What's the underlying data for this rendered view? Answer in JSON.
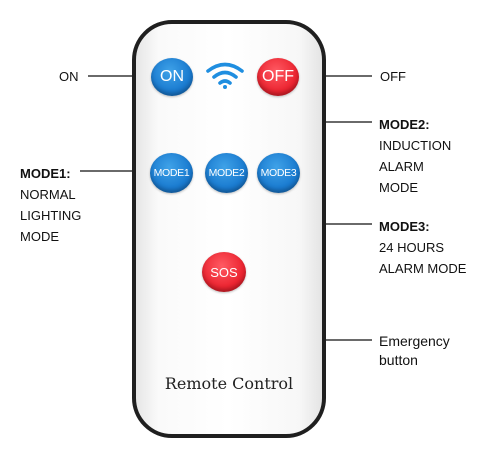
{
  "remote": {
    "title": "Remote Control",
    "buttons": {
      "on": "ON",
      "off": "OFF",
      "mode1": "MODE1",
      "mode2": "MODE2",
      "mode3": "MODE3",
      "sos": "SOS"
    },
    "icons": {
      "wifi": "wifi-icon"
    }
  },
  "callouts": {
    "on": {
      "title": "ON"
    },
    "off": {
      "title": "OFF"
    },
    "mode1": {
      "title": "MODE1:",
      "lines": [
        "NORMAL",
        "LIGHTING",
        "MODE"
      ]
    },
    "mode2": {
      "title": "MODE2:",
      "lines": [
        "INDUCTION",
        "ALARM",
        "MODE"
      ]
    },
    "mode3": {
      "title": "MODE3:",
      "lines": [
        "24 HOURS",
        "ALARM MODE"
      ]
    },
    "sos": {
      "lines": [
        "Emergency",
        "button"
      ]
    }
  },
  "colors": {
    "blue_button": "#1a7bd0",
    "red_button": "#ec2531",
    "outline": "#1f1f1f",
    "text": "#111111"
  }
}
